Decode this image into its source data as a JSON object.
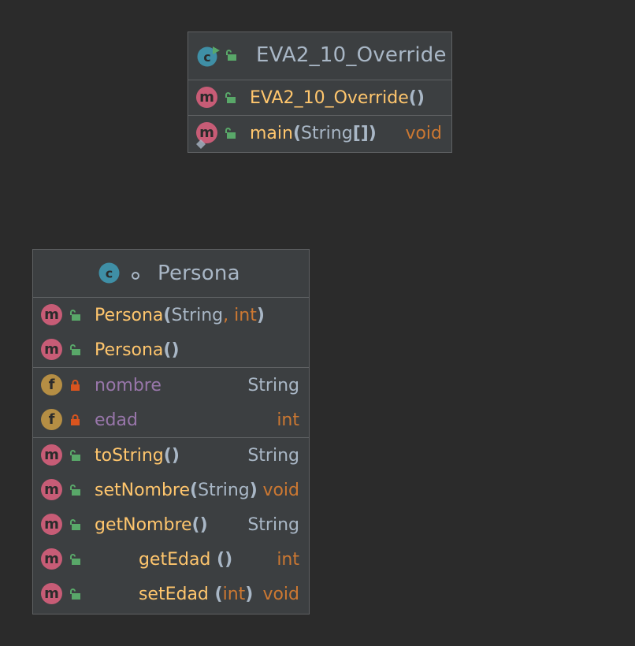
{
  "classes": [
    {
      "name": "EVA2_10_Override",
      "kind_icon": "class-runnable-icon",
      "visibility_icon": "public-unlock-icon",
      "constructors": [
        {
          "name": "EVA2_10_Override",
          "open": "(",
          "params": [],
          "close": ")",
          "type": ""
        }
      ],
      "methods": [
        {
          "name": "main",
          "open": "(",
          "params": [
            {
              "text": "String",
              "kind": "plain"
            },
            {
              "text": "[]",
              "kind": "bold"
            }
          ],
          "close": ")",
          "type": "void",
          "type_kind": "keyword",
          "static": true
        }
      ]
    },
    {
      "name": "Persona",
      "kind_icon": "class-icon",
      "visibility_icon": "package-private-icon",
      "constructors": [
        {
          "name": "Persona",
          "open": "(",
          "params": [
            {
              "text": "String",
              "kind": "plain"
            },
            {
              "text": ", ",
              "kind": "keyword"
            },
            {
              "text": "int",
              "kind": "keyword"
            }
          ],
          "close": ")",
          "type": ""
        },
        {
          "name": "Persona",
          "open": "(",
          "params": [],
          "close": ")",
          "type": ""
        }
      ],
      "fields": [
        {
          "name": "nombre",
          "type": "String",
          "type_kind": "plain"
        },
        {
          "name": "edad",
          "type": "int",
          "type_kind": "keyword"
        }
      ],
      "methods": [
        {
          "name": "toString",
          "open": "(",
          "params": [],
          "close": ")",
          "type": "String",
          "type_kind": "plain"
        },
        {
          "name": "setNombre",
          "open": "(",
          "params": [
            {
              "text": "String",
              "kind": "plain"
            }
          ],
          "close": ")",
          "type": "void",
          "type_kind": "keyword"
        },
        {
          "name": "getNombre",
          "open": "(",
          "params": [],
          "close": ")",
          "type": "String",
          "type_kind": "plain"
        },
        {
          "name": "getEdad",
          "open": " (",
          "params": [],
          "close": ")",
          "type": "int",
          "type_kind": "keyword"
        },
        {
          "name": "setEdad",
          "open": " (",
          "params": [
            {
              "text": "int",
              "kind": "keyword"
            }
          ],
          "close": ")",
          "type": "void",
          "type_kind": "keyword"
        }
      ]
    }
  ],
  "icons": {
    "method": "m",
    "field": "f",
    "class": "c"
  },
  "colors": {
    "background": "#2b2b2b",
    "box": "#3c3f41",
    "border": "#5f6163",
    "method_name": "#ffc66d",
    "field_name": "#9876aa",
    "keyword": "#cc7832",
    "plain": "#a9b7c6"
  }
}
